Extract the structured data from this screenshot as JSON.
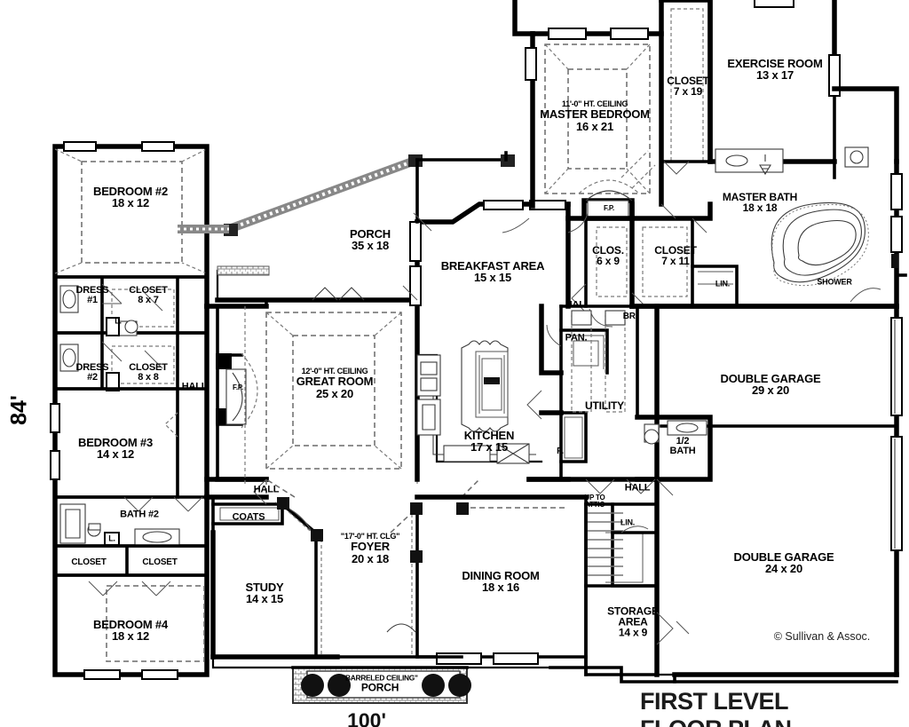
{
  "plan": {
    "title": "FIRST LEVEL FLOOR PLAN",
    "copyright": "© Sullivan & Assoc.",
    "overall_width": "100'",
    "overall_depth": "84'"
  },
  "rooms": [
    {
      "id": "bedroom2",
      "name": "BEDROOM #2",
      "dim": "18 x 12",
      "note": ""
    },
    {
      "id": "bedroom3",
      "name": "BEDROOM #3",
      "dim": "14 x 12",
      "note": ""
    },
    {
      "id": "bedroom4",
      "name": "BEDROOM #4",
      "dim": "18 x 12",
      "note": ""
    },
    {
      "id": "dress1",
      "name": "DRESS",
      "dim": "#1",
      "note": ""
    },
    {
      "id": "dress2",
      "name": "DRESS",
      "dim": "#2",
      "note": ""
    },
    {
      "id": "closet87",
      "name": "CLOSET",
      "dim": "8 x 7",
      "note": ""
    },
    {
      "id": "closet88",
      "name": "CLOSET",
      "dim": "8 x 8",
      "note": ""
    },
    {
      "id": "bath2",
      "name": "BATH #2",
      "dim": "",
      "note": ""
    },
    {
      "id": "closet-left-a",
      "name": "CLOSET",
      "dim": "",
      "note": ""
    },
    {
      "id": "closet-left-b",
      "name": "CLOSET",
      "dim": "",
      "note": ""
    },
    {
      "id": "hall-left",
      "name": "HALL",
      "dim": "",
      "note": ""
    },
    {
      "id": "hall-coats",
      "name": "HALL",
      "dim": "",
      "note": ""
    },
    {
      "id": "coats",
      "name": "COATS",
      "dim": "",
      "note": ""
    },
    {
      "id": "study",
      "name": "STUDY",
      "dim": "14 x 15",
      "note": ""
    },
    {
      "id": "great-room",
      "name": "GREAT ROOM",
      "dim": "25 x 20",
      "note": "12'-0\" HT. CEILING"
    },
    {
      "id": "foyer",
      "name": "FOYER",
      "dim": "20 x 18",
      "note": "\"17'-0\" HT. CLG\""
    },
    {
      "id": "dining-room",
      "name": "DINING ROOM",
      "dim": "18 x 16",
      "note": ""
    },
    {
      "id": "porch-front",
      "name": "PORCH",
      "dim": "",
      "note": "\"BARRELED CEILING\""
    },
    {
      "id": "porch-rear",
      "name": "PORCH",
      "dim": "35 x 18",
      "note": ""
    },
    {
      "id": "breakfast",
      "name": "BREAKFAST AREA",
      "dim": "15 x 15",
      "note": ""
    },
    {
      "id": "kitchen",
      "name": "KITCHEN",
      "dim": "17 x 15",
      "note": ""
    },
    {
      "id": "master-bedroom",
      "name": "MASTER BEDROOM",
      "dim": "16 x 21",
      "note": "11'-0\" HT. CEILING"
    },
    {
      "id": "closet719",
      "name": "CLOSET",
      "dim": "7 x 19",
      "note": ""
    },
    {
      "id": "exercise",
      "name": "EXERCISE ROOM",
      "dim": "13 x 17",
      "note": ""
    },
    {
      "id": "master-bath",
      "name": "MASTER BATH",
      "dim": "18 x 18",
      "note": ""
    },
    {
      "id": "shower",
      "name": "SHOWER",
      "dim": "",
      "note": ""
    },
    {
      "id": "clos69",
      "name": "CLOS.",
      "dim": "6 x 9",
      "note": ""
    },
    {
      "id": "closet711",
      "name": "CLOSET",
      "dim": "7 x 11",
      "note": ""
    },
    {
      "id": "hall-master",
      "name": "HALL",
      "dim": "",
      "note": ""
    },
    {
      "id": "lin-master",
      "name": "LIN.",
      "dim": "",
      "note": ""
    },
    {
      "id": "br",
      "name": "BR.",
      "dim": "",
      "note": ""
    },
    {
      "id": "pantry",
      "name": "PAN.",
      "dim": "",
      "note": ""
    },
    {
      "id": "p-closet",
      "name": "P.",
      "dim": "",
      "note": ""
    },
    {
      "id": "utility",
      "name": "UTILITY",
      "dim": "",
      "note": ""
    },
    {
      "id": "half-bath",
      "name": "1/2",
      "dim": "BATH",
      "note": ""
    },
    {
      "id": "hall-rear",
      "name": "HALL",
      "dim": "",
      "note": ""
    },
    {
      "id": "up-to-attic",
      "name": "UP TO",
      "dim": "ATTIC",
      "note": ""
    },
    {
      "id": "lin-stair",
      "name": "LIN.",
      "dim": "",
      "note": ""
    },
    {
      "id": "storage",
      "name": "STORAGE",
      "dim": "14 x 9",
      "note": "AREA"
    },
    {
      "id": "garage-29",
      "name": "DOUBLE GARAGE",
      "dim": "29 x 20",
      "note": ""
    },
    {
      "id": "garage-24",
      "name": "DOUBLE GARAGE",
      "dim": "24 x 20",
      "note": ""
    },
    {
      "id": "fp-great",
      "name": "F.P.",
      "dim": "",
      "note": ""
    },
    {
      "id": "fp-master",
      "name": "F.P.",
      "dim": "",
      "note": ""
    },
    {
      "id": "l-left-a",
      "name": "L.",
      "dim": "",
      "note": ""
    },
    {
      "id": "l-left-b",
      "name": "L.",
      "dim": "",
      "note": ""
    }
  ],
  "colors": {
    "wall": "#000000",
    "thin": "#3a3a3a",
    "dashed": "#555555",
    "background": "#ffffff"
  }
}
